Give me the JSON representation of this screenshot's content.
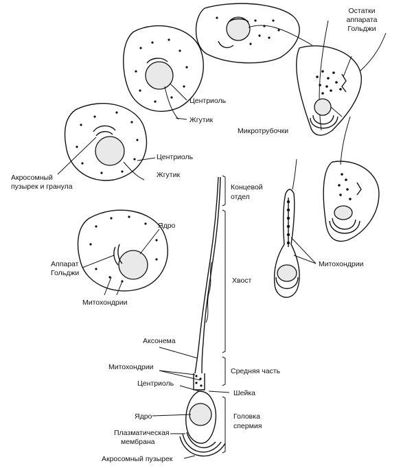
{
  "labels": {
    "golgi_remnants": "Остатки аппарата Гольджи",
    "golgi_remnants_l1": "Остатки",
    "golgi_remnants_l2": "аппарата",
    "golgi_remnants_l3": "Гольджи",
    "centriole_1": "Центриоль",
    "flagellum_1": "Жгутик",
    "microtubules": "Микротрубочки",
    "centriole_2": "Центриоль",
    "flagellum_2": "Жгутик",
    "acrosome_vesicle_granule_l1": "Акросомный",
    "acrosome_vesicle_granule_l2": "пузырек и гранула",
    "end_piece_l1": "Концевой",
    "end_piece_l2": "отдел",
    "nucleus_1": "Ядро",
    "golgi_l1": "Аппарат",
    "golgi_l2": "Гольджи",
    "mitochondria_1": "Митохондрии",
    "mitochondria_2": "Митохондрии",
    "tail": "Хвост",
    "axoneme": "Аксонема",
    "mitochondria_3": "Митохондрии",
    "middle_piece": "Средняя часть",
    "centriole_3": "Центриоль",
    "neck": "Шейка",
    "nucleus_2": "Ядро",
    "head_l1": "Головка",
    "head_l2": "спермия",
    "plasma_membrane_l1": "Плазматическая",
    "plasma_membrane_l2": "мембрана",
    "acrosome_vesicle": "Акросомный пузырек"
  },
  "colors": {
    "ink": "#111111",
    "nucleus_fill": "#e9e9e9",
    "background": "#ffffff"
  }
}
